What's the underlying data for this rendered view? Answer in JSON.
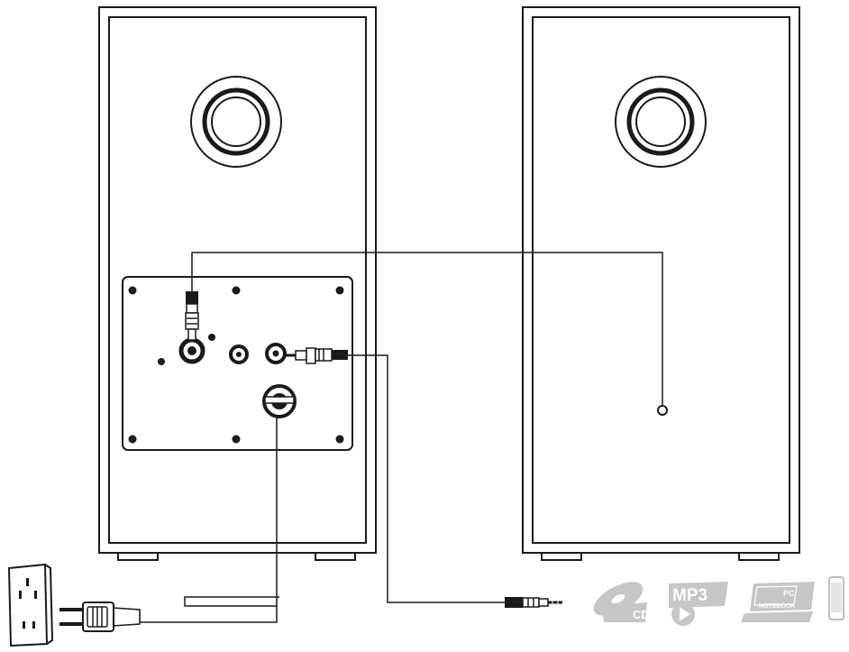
{
  "source_icons": {
    "cd_label": "CD",
    "mp3_label": "MP3",
    "pc_label": "PC",
    "notebook_label": "NOTEBOOK"
  },
  "colors": {
    "line": "#1a1a1a",
    "icon_gray": "#c6c6c6",
    "background": "#ffffff"
  }
}
